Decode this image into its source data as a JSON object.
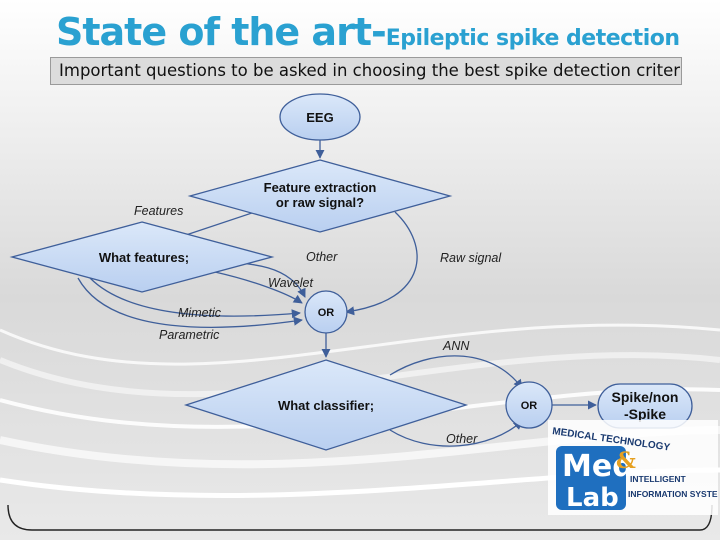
{
  "title": {
    "main": "State of the art-",
    "sub": "Epileptic spike detection"
  },
  "subtitle": "Important questions to be asked in choosing the best spike detection criterion",
  "nodes": {
    "eeg": "EEG",
    "feature_extraction": [
      "Feature extraction",
      "or raw signal?"
    ],
    "what_features": "What features;",
    "or1": "OR",
    "what_classifier": "What classifier;",
    "or2": "OR",
    "output": [
      "Spike/non",
      "-Spike"
    ]
  },
  "edges": {
    "features": "Features",
    "raw_signal": "Raw signal",
    "other1": "Other",
    "wavelet": "Wavelet",
    "mimetic": "Mimetic",
    "parametric": "Parametric",
    "ann": "ANN",
    "other2": "Other"
  },
  "logo": {
    "top": "MEDICAL TECHNOLOGY",
    "mark_top": "Med",
    "mark_bottom": "Lab",
    "line1": "INTELLIGENT",
    "line2": "INFORMATION SYSTEMS"
  },
  "colors": {
    "title": "#2aa1d1",
    "node_fill": "#c9ddf5",
    "node_stroke": "#3f5f9a",
    "logo": "#1a3a70"
  }
}
